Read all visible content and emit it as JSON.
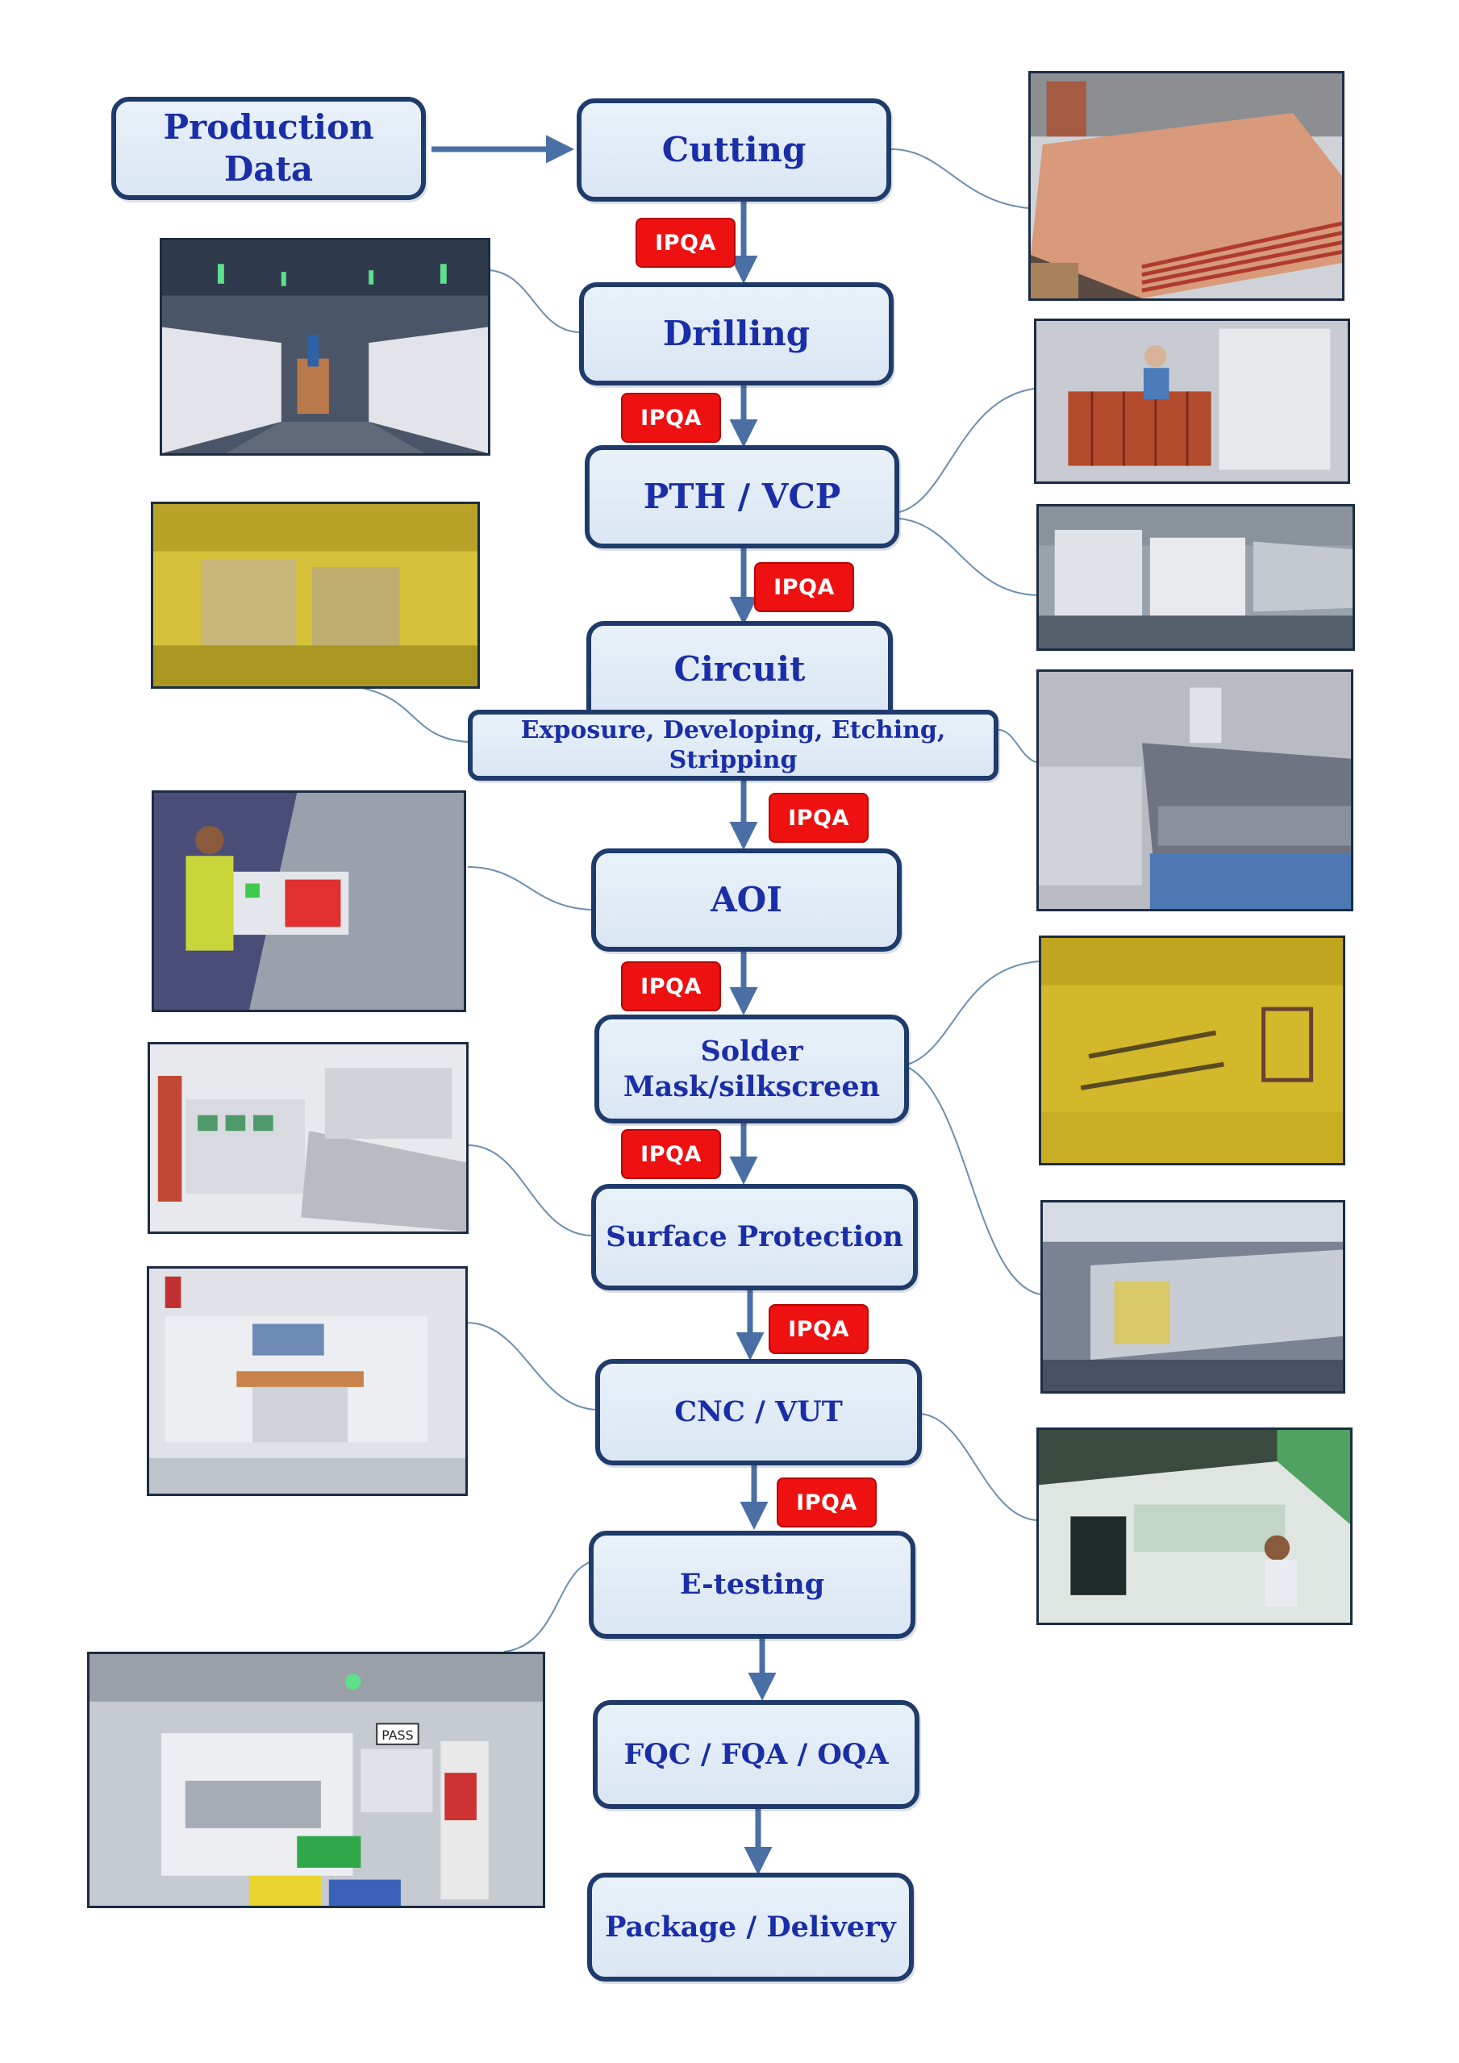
{
  "title": "",
  "steps": {
    "production_data": "Production Data",
    "cutting": "Cutting",
    "drilling": "Drilling",
    "pth_vcp": "PTH / VCP",
    "circuit": "Circuit",
    "circuit_sub": "Exposure, Developing, Etching, Stripping",
    "aoi": "AOI",
    "solder_mask_line1": "Solder",
    "solder_mask_line2": "Mask/silkscreen",
    "surface_protection": "Surface Protection",
    "cnc_vut": "CNC / VUT",
    "e_testing": "E-testing",
    "fqc_fqa_oqa": "FQC / FQA / OQA",
    "package_delivery": "Package / Delivery"
  },
  "ipqa_label": "IPQA",
  "photo_labels": {
    "pass_sign": "PASS"
  },
  "colors": {
    "box_border": "#1f3b6b",
    "box_fill": "#dfe9f5",
    "box_text": "#1a2ea8",
    "arrow": "#4a6fa5",
    "connector": "#6b8fb0",
    "badge": "#ee1111",
    "badge_text": "#ffffff"
  }
}
